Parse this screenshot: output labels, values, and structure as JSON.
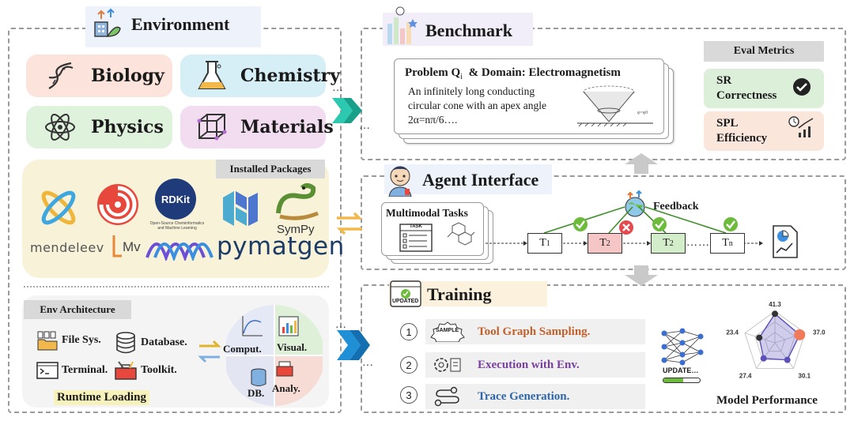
{
  "environment": {
    "title": "Environment",
    "domains": [
      {
        "label": "Biology",
        "icon": "dna-icon",
        "color": "#fce4dc"
      },
      {
        "label": "Chemistry",
        "icon": "flask-icon",
        "color": "#d6eef5"
      },
      {
        "label": "Physics",
        "icon": "atom-icon",
        "color": "#def2dc"
      },
      {
        "label": "Materials",
        "icon": "crystal-icon",
        "color": "#f1dcf0"
      }
    ],
    "packages": {
      "label": "Installed Packages",
      "names": [
        "mendeleev",
        "RDKit",
        "SymPy",
        "pymatgen",
        "Mv"
      ],
      "rdkit_sub": "Open-Source Cheminformatics and Machine Learning"
    }
  },
  "env_architecture": {
    "label": "Env Architecture",
    "items": [
      "File Sys.",
      "Database.",
      "Terminal.",
      "Toolkit."
    ],
    "runtime": "Runtime Loading",
    "pie": [
      "Comput.",
      "Visual.",
      "DB.",
      "Analy."
    ]
  },
  "benchmark": {
    "title": "Benchmark",
    "problem_title": "Problem Q",
    "problem_sub": "i",
    "problem_domain": "&  Domain: Electromagnetism",
    "problem_text": [
      "An infinitely long conducting",
      "circular cone with an apex angle",
      "2α=nπ/6…."
    ],
    "eval": {
      "label": "Eval Metrics",
      "metrics": [
        {
          "line1": "SR",
          "line2": "Correctness",
          "color": "#dcefd9"
        },
        {
          "line1": "SPL",
          "line2": "Efficiency",
          "color": "#fbe6dc"
        }
      ]
    }
  },
  "agent": {
    "title": "Agent Interface",
    "feedback": "Feedback",
    "tasks_label": "Multimodal Tasks",
    "task_icon_label": "TASK",
    "nodes": [
      {
        "label": "T",
        "sub": "1",
        "color": "#ffffff"
      },
      {
        "label": "T",
        "sub": "2",
        "color": "#f6c6c6"
      },
      {
        "label": "T",
        "sub": "2",
        "color": "#d3ecc9"
      },
      {
        "label": "T",
        "sub": "n",
        "color": "#ffffff"
      }
    ],
    "ellipsis": "……"
  },
  "training": {
    "title": "Training",
    "badge": "UPDATED",
    "steps": [
      {
        "num": "1",
        "label": "Tool Graph Sampling.",
        "color": "#c0602a",
        "icon_label": "SAMPLE"
      },
      {
        "num": "2",
        "label": "Execution with Env.",
        "color": "#7a3ea0"
      },
      {
        "num": "3",
        "label": "Trace Generation.",
        "color": "#2e67a8"
      }
    ],
    "update_label": "UPDATE…",
    "model_performance": "Model Performance"
  },
  "chart_data": {
    "type": "radar",
    "title": "Model Performance",
    "values": [
      41.3,
      37.0,
      30.1,
      27.4,
      23.4
    ]
  },
  "colors": {
    "accent_teal": "#2cc9b0",
    "accent_blue": "#1f8fd6",
    "check_green": "#6dbb3a",
    "error_red": "#e5484d"
  }
}
